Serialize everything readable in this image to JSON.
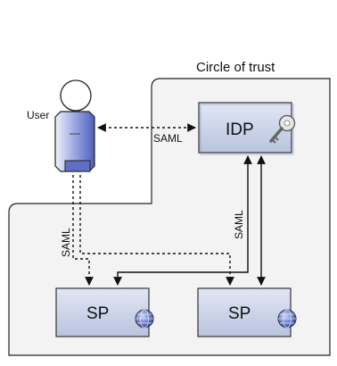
{
  "region": {
    "title": "Circle of trust"
  },
  "actors": {
    "user": {
      "label": "User"
    }
  },
  "nodes": {
    "idp": {
      "label": "IDP",
      "icon": "key-icon"
    },
    "sp_left": {
      "label": "SP",
      "icon": "globe-icon"
    },
    "sp_right": {
      "label": "SP",
      "icon": "globe-icon"
    }
  },
  "edges": {
    "user_idp": {
      "label": "SAML",
      "style": "dashed"
    },
    "user_sp": {
      "label": "SAML",
      "style": "dashed"
    },
    "idp_sp": {
      "label": "SAML",
      "style": "solid"
    }
  },
  "colors": {
    "box_fill": "#cfd6e8",
    "box_stroke": "#333333",
    "region_fill": "#f3f3f3",
    "user_fill": "#6f7fd0"
  }
}
